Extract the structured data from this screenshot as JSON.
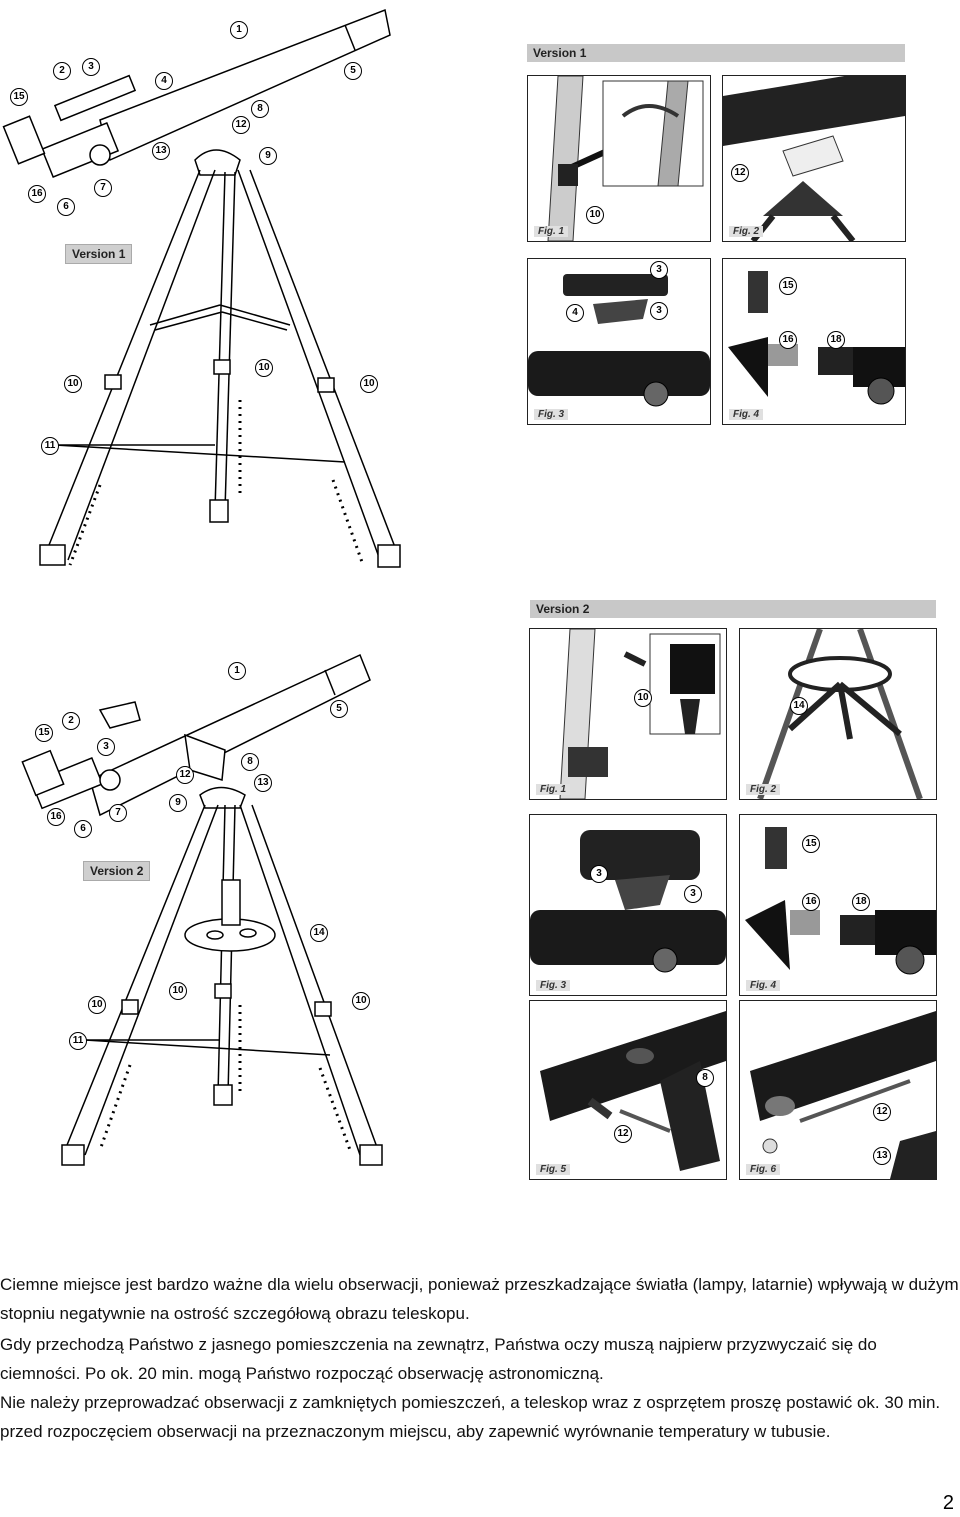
{
  "version_labels": {
    "v1_bar": "Version 1",
    "v1_tag": "Version 1",
    "v2_bar": "Version 2",
    "v2_tag": "Version 2"
  },
  "figures_v1": {
    "fig1": "Fig. 1",
    "fig2": "Fig. 2",
    "fig3": "Fig. 3",
    "fig4": "Fig. 4"
  },
  "figures_v2": {
    "fig1": "Fig. 1",
    "fig2": "Fig. 2",
    "fig3": "Fig. 3",
    "fig4": "Fig. 4",
    "fig5": "Fig. 5",
    "fig6": "Fig. 6"
  },
  "callouts": {
    "n1": "1",
    "n2": "2",
    "n3": "3",
    "n4": "4",
    "n5": "5",
    "n6": "6",
    "n7": "7",
    "n8": "8",
    "n9": "9",
    "n10": "10",
    "n11": "11",
    "n12": "12",
    "n13": "13",
    "n14": "14",
    "n15": "15",
    "n16": "16",
    "n18": "18"
  },
  "text": {
    "p1": "Ciemne miejsce jest bardzo ważne dla wielu obserwacji, ponieważ przeszkadzające światła (lampy, latarnie) wpływają w dużym stopniu negatywnie na ostrość szczegółową obrazu teleskopu.",
    "p2": "Gdy przechodzą Państwo z jasnego pomieszczenia na zewnątrz, Państwa oczy muszą najpierw przyzwyczaić się do ciemności. Po ok. 20 min. mogą Państwo rozpocząć obserwację astronomiczną.",
    "p3": "Nie należy przeprowadzać obserwacji z zamkniętych pomieszczeń, a teleskop wraz z osprzętem proszę postawić ok. 30 min. przed rozpoczęciem obserwacji na przeznaczonym miejscu, aby zapewnić wyrównanie temperatury w tubusie."
  },
  "page_number": "2"
}
